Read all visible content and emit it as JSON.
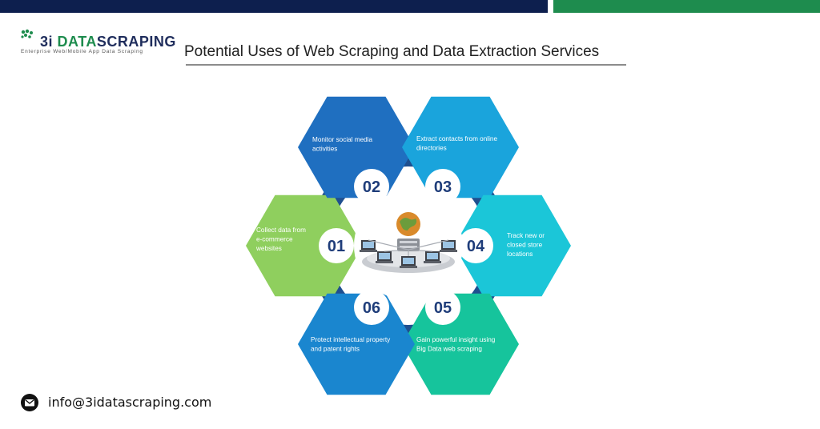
{
  "brand": {
    "logo_prefix": "3i",
    "logo_highlight": "DATA",
    "logo_suffix": "SCRAPING",
    "tagline": "Enterprise Web/Mobile App Data Scraping",
    "top_bar_colors": [
      "#0d1f4e",
      "#1e8c4e"
    ]
  },
  "page": {
    "title": "Potential Uses of Web Scraping and Data Extraction Services"
  },
  "diagram": {
    "center_icon": "globe-network-icon",
    "hexagons": [
      {
        "num": "01",
        "lines": [
          "Collect data from",
          "e-commerce",
          "websites"
        ],
        "color": "#8fcf5e"
      },
      {
        "num": "02",
        "lines": [
          "Monitor social media",
          "activities"
        ],
        "color": "#1f6fc0"
      },
      {
        "num": "03",
        "lines": [
          "Extract contacts from online",
          "directories"
        ],
        "color": "#1aa4dc"
      },
      {
        "num": "04",
        "lines": [
          "Track new or",
          "closed store",
          "locations"
        ],
        "color": "#1bc6d8"
      },
      {
        "num": "05",
        "lines": [
          "Gain powerful insight using",
          "Big Data web scraping"
        ],
        "color": "#16c49c"
      },
      {
        "num": "06",
        "lines": [
          "Protect intellectual property",
          "and patent rights"
        ],
        "color": "#1a86cf"
      }
    ]
  },
  "footer": {
    "email": "info@3idatascraping.com",
    "icon": "email-icon"
  }
}
